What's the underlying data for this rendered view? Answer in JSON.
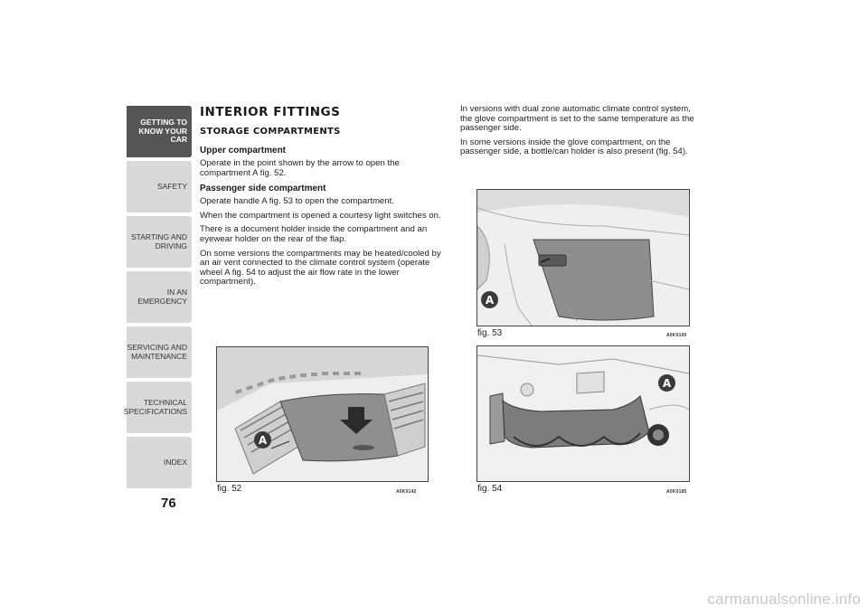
{
  "sidebar": {
    "tabs": [
      {
        "label": "GETTING TO\nKNOW YOUR CAR",
        "active": true
      },
      {
        "label": "SAFETY",
        "active": false
      },
      {
        "label": "STARTING AND\nDRIVING",
        "active": false
      },
      {
        "label": "IN AN EMERGENCY",
        "active": false
      },
      {
        "label": "SERVICING AND\nMAINTENANCE",
        "active": false
      },
      {
        "label": "TECHNICAL\nSPECIFICATIONS",
        "active": false
      },
      {
        "label": "INDEX",
        "active": false
      }
    ]
  },
  "page_number": "76",
  "left": {
    "heading": "INTERIOR FITTINGS",
    "subheading": "STORAGE COMPARTMENTS",
    "upper_title": "Upper compartment",
    "upper_text": "Operate in the point shown by the arrow to open the compartment A fig. 52.",
    "passenger_title": "Passenger side compartment",
    "p1": "Operate handle A fig. 53 to open the compartment.",
    "p2": "When the compartment is opened a courtesy light switches on.",
    "p3": "There is a document holder inside the compartment and an eyewear holder on the rear of the flap.",
    "p4": "On some versions the compartments may be heated/cooled by an air vent connected to the climate control system (operate wheel A fig. 54 to adjust the air flow rate in the lower compartment)."
  },
  "right": {
    "p1": "In versions with dual zone automatic climate control system, the glove compartment is set to the same temperature as the passenger side.",
    "p2": "In some versions inside the glove compartment, on the passenger side, a bottle/can holder is also present (fig. 54)."
  },
  "figures": {
    "fig52": {
      "label": "fig. 52",
      "code": "A0K0142",
      "callout": "A"
    },
    "fig53": {
      "label": "fig. 53",
      "code": "A0K0100",
      "callout": "A"
    },
    "fig54": {
      "label": "fig. 54",
      "code": "A0K0185",
      "callout": "A"
    }
  },
  "watermark": "carmanualsonline.info"
}
